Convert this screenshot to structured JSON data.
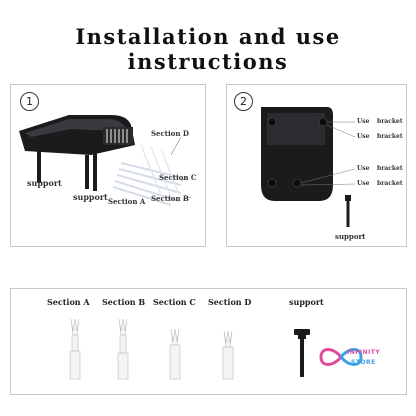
{
  "title": "Installation and use instructions",
  "step1": {
    "number": "1",
    "labels": {
      "section_d": "Section D",
      "section_c": "Section C",
      "section_b": "Section B",
      "section_a": "Section A",
      "support_left": "support",
      "support_bottom": "support"
    }
  },
  "step2": {
    "number": "2",
    "callouts": [
      {
        "use": "Use",
        "bracket": "bracket"
      },
      {
        "use": "Use",
        "bracket": "bracket"
      },
      {
        "use": "Use",
        "bracket": "bracket"
      },
      {
        "use": "Use",
        "bracket": "bracket"
      }
    ],
    "support": "support"
  },
  "parts": [
    {
      "label": "Section A"
    },
    {
      "label": "Section B"
    },
    {
      "label": "Section C"
    },
    {
      "label": "Section D"
    },
    {
      "label": "support"
    }
  ],
  "watermark": {
    "line1": "INFINITY",
    "line2": "STORE"
  },
  "colors": {
    "piano": "#1b1b1d",
    "border": "#c8c8c8",
    "white_part": "#f4f4f4",
    "watermark_pink": "#e04a9a",
    "watermark_blue": "#3aa0e6"
  }
}
